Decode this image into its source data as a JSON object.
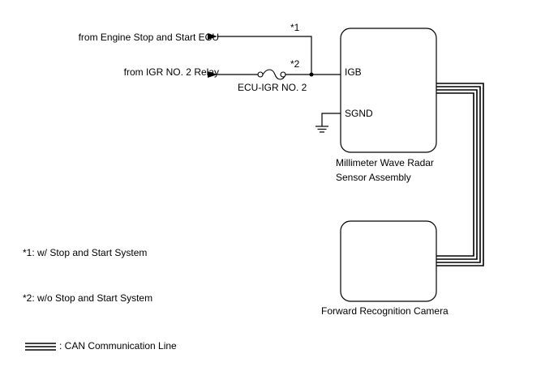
{
  "inputs": {
    "engine_ecu": "from Engine Stop and Start ECU",
    "igr_relay": "from IGR NO. 2 Relay"
  },
  "fuse": {
    "label": "ECU-IGR NO. 2"
  },
  "markers": {
    "m1": "*1",
    "m2": "*2"
  },
  "radar": {
    "pin_igb": "IGB",
    "pin_sgnd": "SGND",
    "name_line1": "Millimeter Wave Radar",
    "name_line2": "Sensor Assembly"
  },
  "camera": {
    "name": "Forward Recognition Camera"
  },
  "notes": {
    "n1": "*1: w/ Stop and Start System",
    "n2": "*2: w/o Stop and Start System"
  },
  "legend": {
    "can_line": ": CAN Communication Line"
  }
}
